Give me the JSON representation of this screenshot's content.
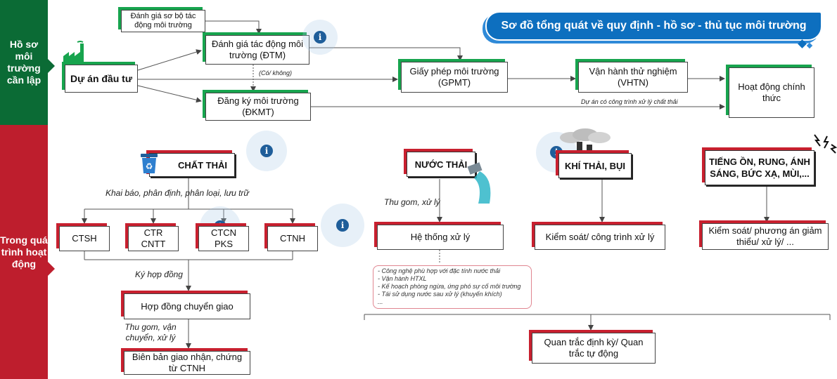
{
  "title": "Sơ đồ tổng quát về quy định - hồ sơ - thủ tục môi trường",
  "side": {
    "top": "Hồ sơ môi trường cần lập",
    "bottom": "Trong quá trình hoạt động"
  },
  "nodes": {
    "du_an": "Dự án đầu tư",
    "dg_so_bo": "Đánh giá sơ bộ tác động môi trường",
    "dtm": "Đánh giá tác động môi trường (ĐTM)",
    "dkmt": "Đăng ký môi trường (ĐKMT)",
    "gpmt": "Giấy phép môi trường (GPMT)",
    "vhtn": "Vận hành thử nghiệm (VHTN)",
    "hoat_dong": "Hoạt động chính thức",
    "chat_thai": "CHẤT THẢI",
    "ctsh": "CTSH",
    "ctr_cntt": "CTR CNTT",
    "ctcn_pks": "CTCN PKS",
    "ctnh": "CTNH",
    "hop_dong": "Hợp đồng chuyển giao",
    "bien_ban": "Biên bản giao nhận, chứng từ CTNH",
    "nuoc_thai": "NƯỚC THẢI",
    "he_thong": "Hệ thống xử lý",
    "khi_thai": "KHÍ THẢI, BỤI",
    "kiem_soat_ct": "Kiểm soát/ công trình xử lý",
    "tieng_on": "TIẾNG ỒN, RUNG, ÁNH SÁNG, BỨC XẠ, MÙI,...",
    "kiem_soat_pa": "Kiểm soát/ phương án giảm thiểu/ xử lý/ ...",
    "quan_trac": "Quan trắc định kỳ/ Quan trắc tự động"
  },
  "labels": {
    "co_khong": "(Có/ không)",
    "du_an_co_ct": "Dự án có công trình xử lý chất thải",
    "khai_bao": "Khai báo, phân định, phân loại, lưu trữ",
    "ky_hop_dong": "Ký hợp đồng",
    "thu_gom_vc": "Thu gom, vận chuyển, xử lý",
    "thu_gom_xl": "Thu gom, xử lý"
  },
  "notes": [
    "- Công nghệ phù hợp với đặc tính nước thải",
    "- Vận hành HTXL",
    "- Kế hoạch phòng ngừa, ứng phó sự cố môi trường",
    "- Tái sử dụng nước sau xử lý (khuyến khích)",
    "..."
  ],
  "icons": {
    "info": "i",
    "factory": "factory-icon",
    "recycle": "recycle-bin-icon",
    "pipe": "water-pipe-icon",
    "smoke": "chimney-smoke-icon",
    "noise": "sound-noise-icon"
  },
  "colors": {
    "green": "#0b6b35",
    "red": "#be1e2d",
    "blue": "#0d6fbf"
  }
}
